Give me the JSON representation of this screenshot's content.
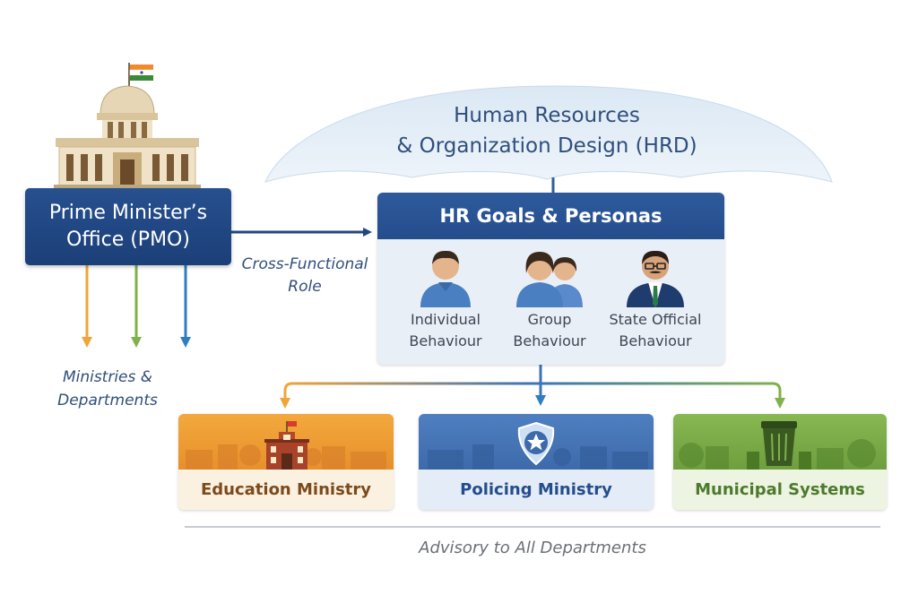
{
  "hrd": {
    "title_line1": "Human Resources",
    "title_line2": "& Organization Design (HRD)"
  },
  "pmo": {
    "line1": "Prime Minister’s",
    "line2": "Office (PMO)"
  },
  "cross_functional": {
    "line1": "Cross-Functional",
    "line2": "Role"
  },
  "ministries": {
    "line1": "Ministries &",
    "line2": "Departments"
  },
  "hr_goals": {
    "title": "HR Goals & Personas",
    "personas": [
      {
        "line1": "Individual",
        "line2": "Behaviour",
        "icon": "person-icon"
      },
      {
        "line1": "Group",
        "line2": "Behaviour",
        "icon": "group-icon"
      },
      {
        "line1": "State Official",
        "line2": "Behaviour",
        "icon": "official-icon"
      }
    ]
  },
  "cards": [
    {
      "label": "Education Ministry",
      "icon": "school-icon",
      "color": "#e8902b"
    },
    {
      "label": "Policing Ministry",
      "icon": "police-badge-icon",
      "color": "#3d6aab"
    },
    {
      "label": "Municipal Systems",
      "icon": "trash-bin-icon",
      "color": "#6e9e3e"
    }
  ],
  "footer": {
    "advisory": "Advisory to All Departments"
  },
  "colors": {
    "navy": "#1f4680",
    "orange": "#f0a53a",
    "green": "#7fb24a",
    "blue": "#2f7fc0"
  }
}
